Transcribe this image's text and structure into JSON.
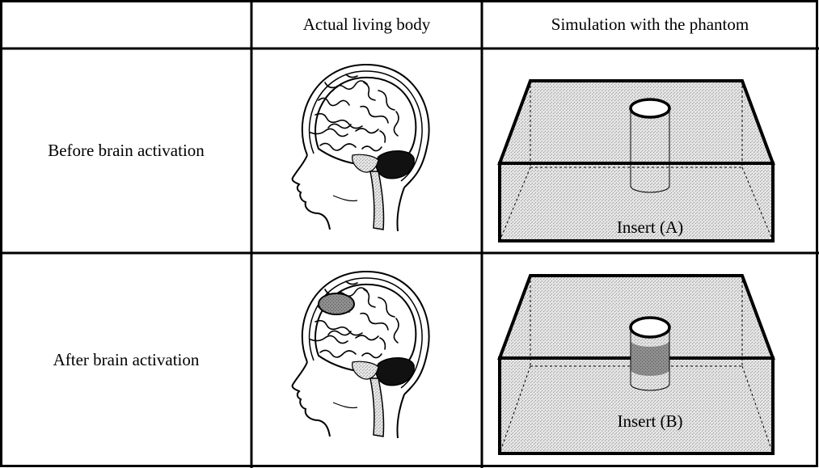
{
  "table": {
    "headers": {
      "blank": "",
      "col1": "Actual living body",
      "col2": "Simulation with the phantom"
    },
    "rows": [
      {
        "label": "Before brain activation",
        "insert_label": "Insert (A)",
        "activated": false
      },
      {
        "label": "After brain activation",
        "insert_label": "Insert (B)",
        "activated": true
      }
    ]
  },
  "colors": {
    "grid": "#000000",
    "phantom_fill": "#d4d4d4",
    "activation_fill": "#8a8a8a",
    "cerebellum": "#1a1a1a"
  }
}
